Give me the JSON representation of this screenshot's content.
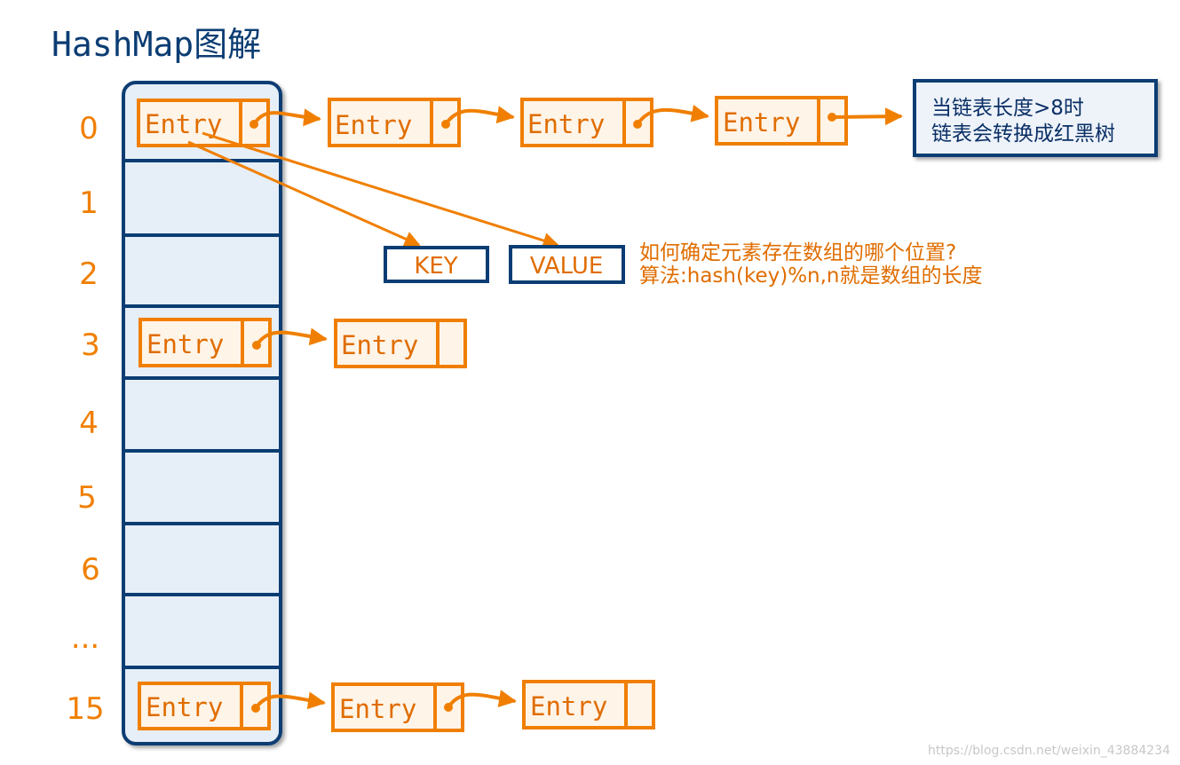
{
  "title": "HashMap图解",
  "indices": [
    "0",
    "1",
    "2",
    "3",
    "4",
    "5",
    "6",
    "...",
    "15"
  ],
  "entry_label": "Entry",
  "key_label": "KEY",
  "value_label": "VALUE",
  "question": {
    "line1": "如何确定元素存在数组的哪个位置?",
    "line2": "算法:hash(key)%n,n就是数组的长度"
  },
  "note": {
    "line1": "当链表长度>8时",
    "line2": "链表会转换成红黑树"
  },
  "watermark": "https://blog.csdn.net/weixin_43884234",
  "colors": {
    "orange": "#f07f00",
    "navy": "#0b3d73",
    "array_fill": "#e6eef8",
    "entry_fill": "#fff4e8"
  }
}
